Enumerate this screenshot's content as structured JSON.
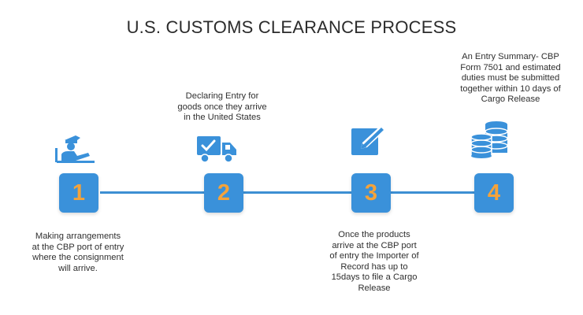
{
  "title": "U.S. CUSTOMS CLEARANCE PROCESS",
  "colors": {
    "accent": "#3a91da",
    "number": "#f5a33a",
    "text": "#2f2f2f"
  },
  "steps": [
    {
      "number": "1",
      "icon": "customs-officer-icon",
      "text": "Making arrangements\nat the CBP port of entry\nwhere the consignment\nwill arrive."
    },
    {
      "number": "2",
      "icon": "delivery-truck-icon",
      "text": "Declaring Entry for\ngoods once they arrive\nin the United States"
    },
    {
      "number": "3",
      "icon": "edit-document-icon",
      "text": "Once the products\narrive at the CBP port\nof entry the Importer of\nRecord has up to\n15days to file a Cargo\nRelease"
    },
    {
      "number": "4",
      "icon": "coin-stack-icon",
      "text": "An Entry Summary- CBP\nForm 7501 and estimated\nduties must be submitted\ntogether within 10 days of\nCargo Release"
    }
  ]
}
